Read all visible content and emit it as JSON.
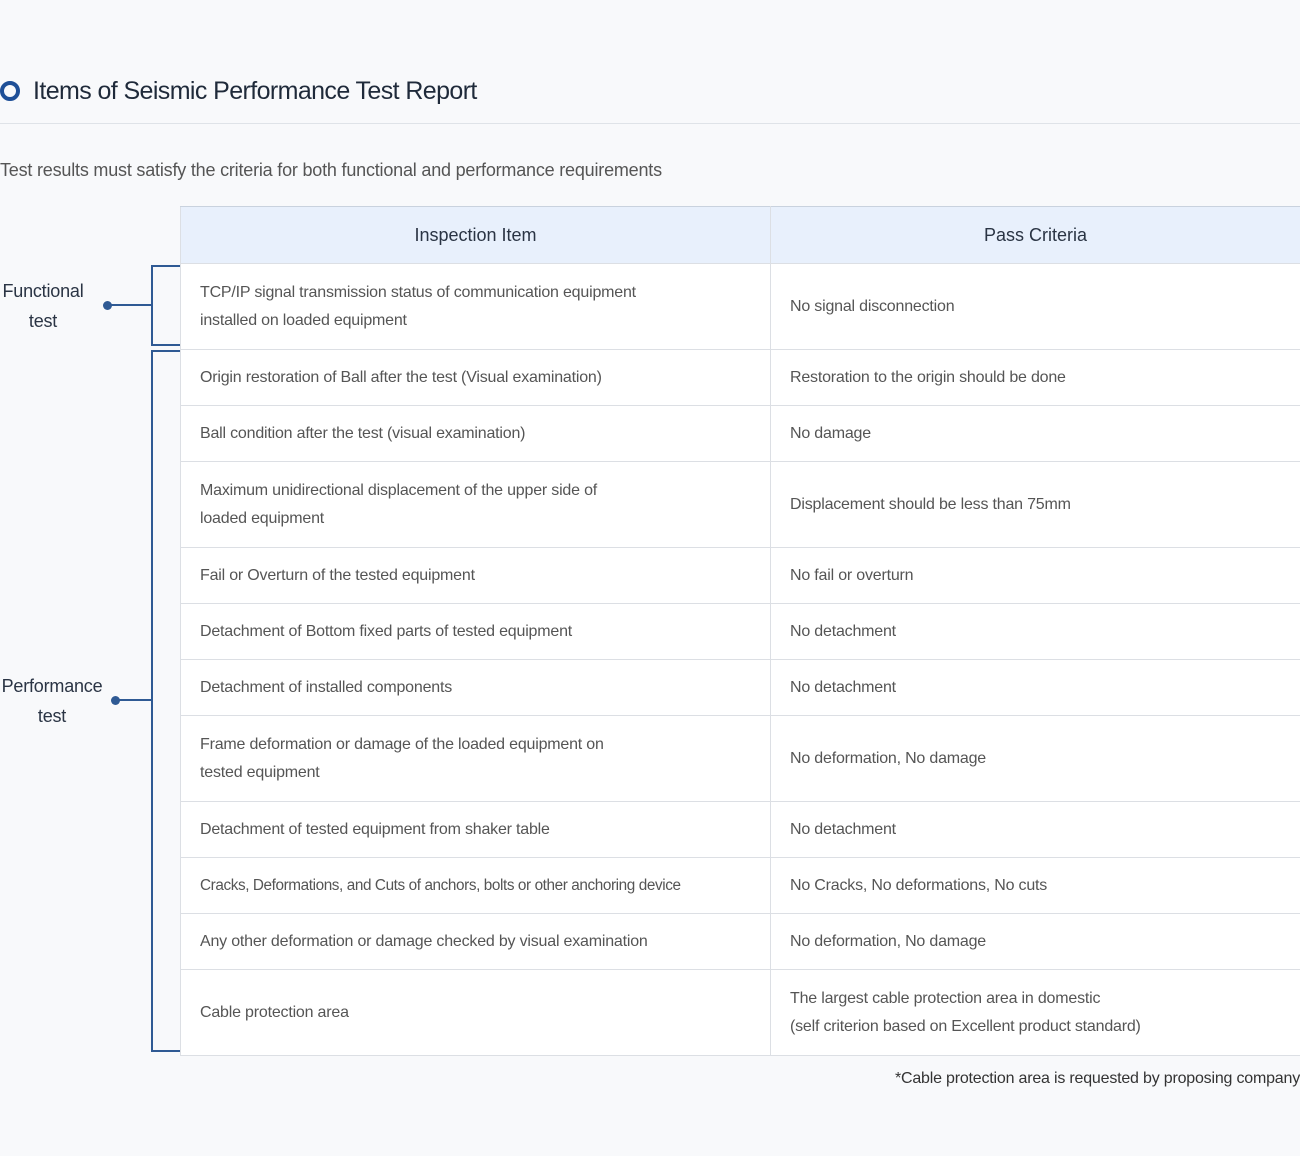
{
  "section": {
    "title": "Items of Seismic Performance Test Report",
    "intro": "Test results must satisfy the criteria for both functional and performance requirements"
  },
  "groups": {
    "functional": {
      "line1": "Functional",
      "line2": "test"
    },
    "performance": {
      "line1": "Performance",
      "line2": "test"
    }
  },
  "table": {
    "headers": {
      "item": "Inspection Item",
      "criteria": "Pass Criteria"
    },
    "rows": [
      {
        "item_line1": "TCP/IP signal transmission status of communication equipment",
        "item_line2": "installed on loaded equipment",
        "criteria_line1": "No signal disconnection",
        "criteria_line2": ""
      },
      {
        "item_line1": "Origin restoration of Ball after the test (Visual examination)",
        "item_line2": "",
        "criteria_line1": "Restoration to the origin should be done",
        "criteria_line2": ""
      },
      {
        "item_line1": "Ball condition after the test (visual examination)",
        "item_line2": "",
        "criteria_line1": "No damage",
        "criteria_line2": ""
      },
      {
        "item_line1": "Maximum unidirectional displacement of the upper side of",
        "item_line2": "loaded equipment",
        "criteria_line1": "Displacement should be less than 75mm",
        "criteria_line2": ""
      },
      {
        "item_line1": "Fail or Overturn of the tested equipment",
        "item_line2": "",
        "criteria_line1": "No fail or overturn",
        "criteria_line2": ""
      },
      {
        "item_line1": "Detachment of Bottom fixed parts of tested equipment",
        "item_line2": "",
        "criteria_line1": "No detachment",
        "criteria_line2": ""
      },
      {
        "item_line1": "Detachment of installed components",
        "item_line2": "",
        "criteria_line1": "No detachment",
        "criteria_line2": ""
      },
      {
        "item_line1": "Frame deformation or damage of the loaded equipment on",
        "item_line2": "tested equipment",
        "criteria_line1": "No deformation, No damage",
        "criteria_line2": ""
      },
      {
        "item_line1": "Detachment of tested equipment from shaker table",
        "item_line2": "",
        "criteria_line1": "No detachment",
        "criteria_line2": ""
      },
      {
        "item_line1": "Cracks, Deformations, and Cuts of anchors, bolts or other anchoring device",
        "item_line2": "",
        "criteria_line1": "No Cracks, No deformations, No cuts",
        "criteria_line2": ""
      },
      {
        "item_line1": "Any other deformation or damage checked by visual examination",
        "item_line2": "",
        "criteria_line1": "No deformation, No damage",
        "criteria_line2": ""
      },
      {
        "item_line1": "Cable protection area",
        "item_line2": "",
        "criteria_line1": "The largest cable protection area in domestic",
        "criteria_line2": "(self criterion based on Excellent product standard)"
      }
    ]
  },
  "footnote": "*Cable protection area is requested by proposing company",
  "colors": {
    "accent": "#1e4f97",
    "bracket": "#2f5a94",
    "header_bg": "#e8f0fc",
    "page_bg": "#f8f9fb"
  }
}
